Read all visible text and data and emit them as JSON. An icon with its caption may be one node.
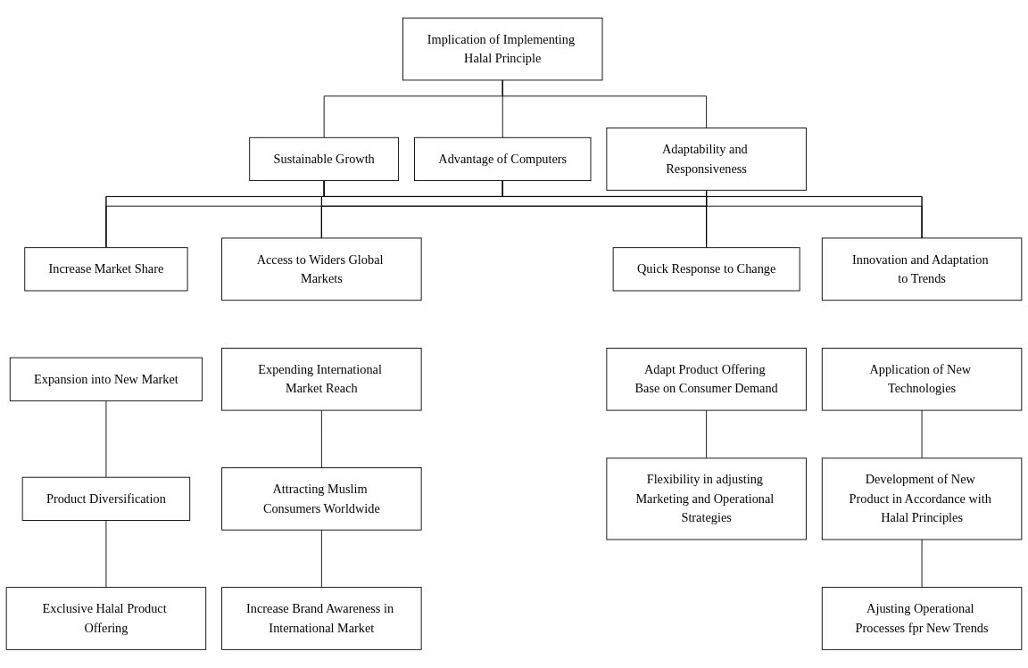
{
  "diagram": {
    "nodes": [
      {
        "text": [
          "Implication of Implementing Halal Principle"
        ]
      },
      {
        "text": [
          "Sustainable Growth"
        ]
      },
      {
        "text": [
          "Advantage of Computers"
        ]
      },
      {
        "text": [
          "Adaptability and Responsiveness"
        ]
      },
      {
        "text": [
          "Increase Market Share"
        ]
      },
      {
        "text": [
          "Access to Widers Global Markets"
        ]
      },
      {
        "text": [
          "Quick Response to Change"
        ]
      },
      {
        "text": [
          "Innovation and Adaptation to Trends"
        ]
      },
      {
        "text": [
          "Expansion into New Market"
        ]
      },
      {
        "text": [
          "Product Diversification"
        ]
      },
      {
        "text": [
          "Exclusive Halal Product Offering"
        ]
      },
      {
        "text": [
          "Expending International Market Reach"
        ]
      },
      {
        "text": [
          "Attracting Muslim Consumers Worldwide"
        ]
      },
      {
        "text": [
          "Increase Brand Awareness in International Market"
        ]
      },
      {
        "text": [
          "Adapt Product Offering Base on Consumer Demand"
        ]
      },
      {
        "text": [
          "Flexibility in adjusting Marketing and Operational Strategies"
        ]
      },
      {
        "text": [
          "Application of New Technologies"
        ]
      },
      {
        "text": [
          "Development of New Product in Accordance with Halal Principles"
        ]
      },
      {
        "text": [
          "Ajusting Operational Processes fpr New Trends"
        ]
      }
    ],
    "edges": [
      {
        "from": 0,
        "to": 1,
        "arrow": "none"
      },
      {
        "from": 0,
        "to": 2,
        "arrow": "none"
      },
      {
        "from": 0,
        "to": 3,
        "arrow": "none"
      },
      {
        "from": 1,
        "to": 4,
        "arrow": "none"
      },
      {
        "from": 1,
        "to": 5,
        "arrow": "none"
      },
      {
        "from": 1,
        "to": 6,
        "arrow": "none"
      },
      {
        "from": 1,
        "to": 7,
        "arrow": "none"
      },
      {
        "from": 2,
        "to": 4,
        "arrow": "none"
      },
      {
        "from": 2,
        "to": 5,
        "arrow": "none"
      },
      {
        "from": 2,
        "to": 6,
        "arrow": "none"
      },
      {
        "from": 2,
        "to": 7,
        "arrow": "none"
      },
      {
        "from": 3,
        "to": 4,
        "arrow": "none"
      },
      {
        "from": 3,
        "to": 5,
        "arrow": "none"
      },
      {
        "from": 3,
        "to": 6,
        "arrow": "none"
      },
      {
        "from": 3,
        "to": 7,
        "arrow": "none"
      },
      {
        "from": 8,
        "to": 9,
        "arrow": "none"
      },
      {
        "from": 9,
        "to": 10,
        "arrow": "none"
      },
      {
        "from": 11,
        "to": 12,
        "arrow": "none"
      },
      {
        "from": 12,
        "to": 13,
        "arrow": "none"
      },
      {
        "from": 14,
        "to": 15,
        "arrow": "none"
      },
      {
        "from": 16,
        "to": 17,
        "arrow": "none"
      },
      {
        "from": 17,
        "to": 18,
        "arrow": "none"
      }
    ]
  }
}
